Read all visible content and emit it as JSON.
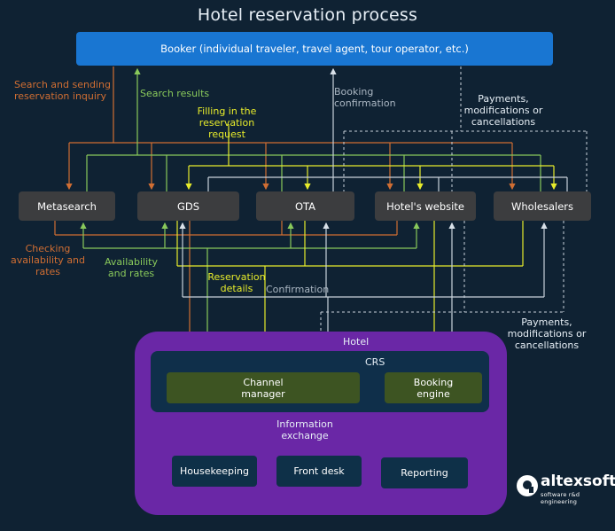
{
  "title": "Hotel reservation process",
  "booker": "Booker (individual traveler, travel agent, tour operator, etc.)",
  "distribution_nodes": {
    "metasearch": "Metasearch",
    "gds": "GDS",
    "ota": "OTA",
    "hotels_website": "Hotel's website",
    "wholesalers": "Wholesalers"
  },
  "labels": {
    "search_and_sending": "Search and sending\nreservation inquiry",
    "search_results": "Search results",
    "filling_request": "Filling in the\nreservation request",
    "booking_confirmation": "Booking\nconfirmation",
    "payments_top": "Payments,\nmodifications or\ncancellations",
    "checking_availability": "Checking\navailability and\nrates",
    "availability_rates": "Availability\nand rates",
    "reservation_details": "Reservation\ndetails",
    "confirmation": "Confirmation",
    "payments_bottom": "Payments,\nmodifications or\ncancellations",
    "information_exchange": "Information\nexchange"
  },
  "hotel": {
    "label": "Hotel",
    "crs_label": "CRS",
    "channel_manager": "Channel\nmanager",
    "booking_engine": "Booking\nengine",
    "housekeeping": "Housekeeping",
    "front_desk": "Front desk",
    "reporting": "Reporting"
  },
  "logo": {
    "name": "altexsoft",
    "tagline": "software r&d engineering"
  },
  "colors": {
    "background": "#0f2233",
    "booker": "#1976d2",
    "node": "#3c3d3f",
    "hotel": "#6a27a6",
    "crs": "#0f2f4a",
    "channel": "#3d5422",
    "orange": "#d06e33",
    "green": "#89c95b",
    "yellow": "#e7ec2b",
    "gray": "#aab6c2"
  }
}
